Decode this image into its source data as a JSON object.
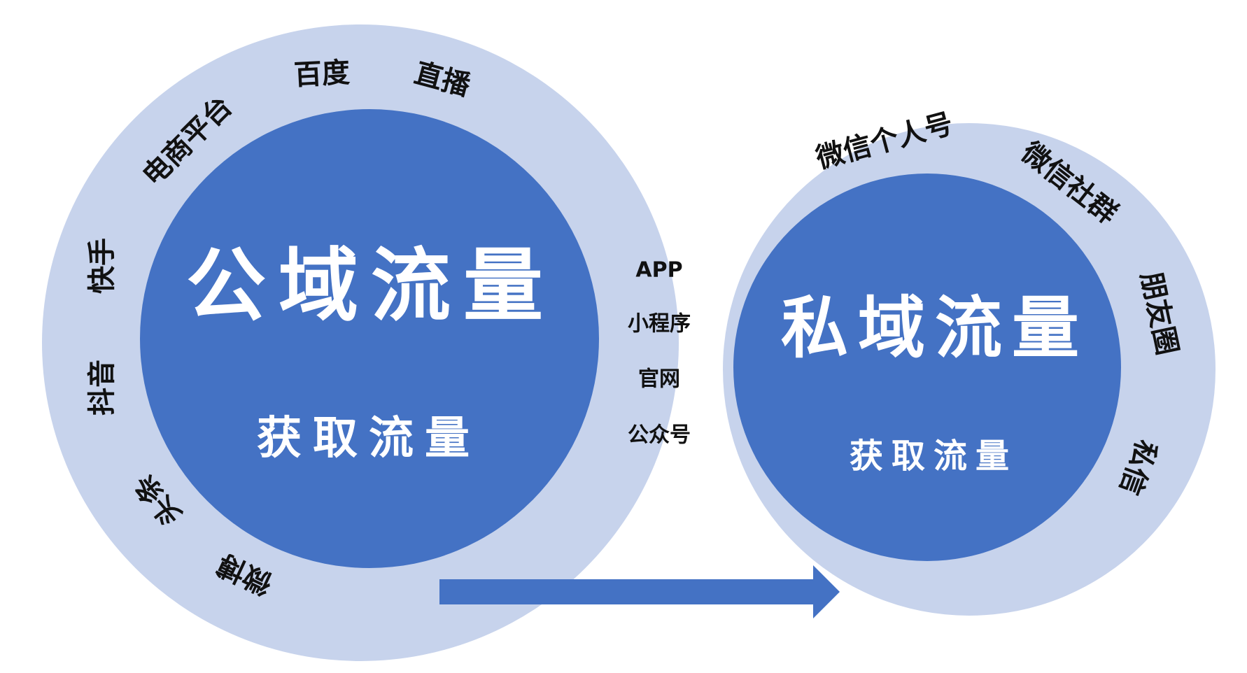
{
  "colors": {
    "outer_ring": "#c7d3ec",
    "inner_circle": "#4472c4",
    "overlap": "#9fb4e0",
    "arrow": "#4472c4",
    "ring_text": "#111111",
    "title_text": "#ffffff"
  },
  "public": {
    "title": "公域流量",
    "subtitle": "获取流量",
    "channels": [
      "百度",
      "直播",
      "电商平台",
      "快手",
      "抖音",
      "头条",
      "微博"
    ]
  },
  "private": {
    "title": "私域流量",
    "subtitle": "获取流量",
    "channels": [
      "微信个人号",
      "微信社群",
      "朋友圈",
      "私信"
    ]
  },
  "overlap": {
    "items": [
      "APP",
      "小程序",
      "官网",
      "公众号"
    ]
  },
  "arrow": {
    "direction": "right",
    "icon": "arrow-right-icon"
  }
}
